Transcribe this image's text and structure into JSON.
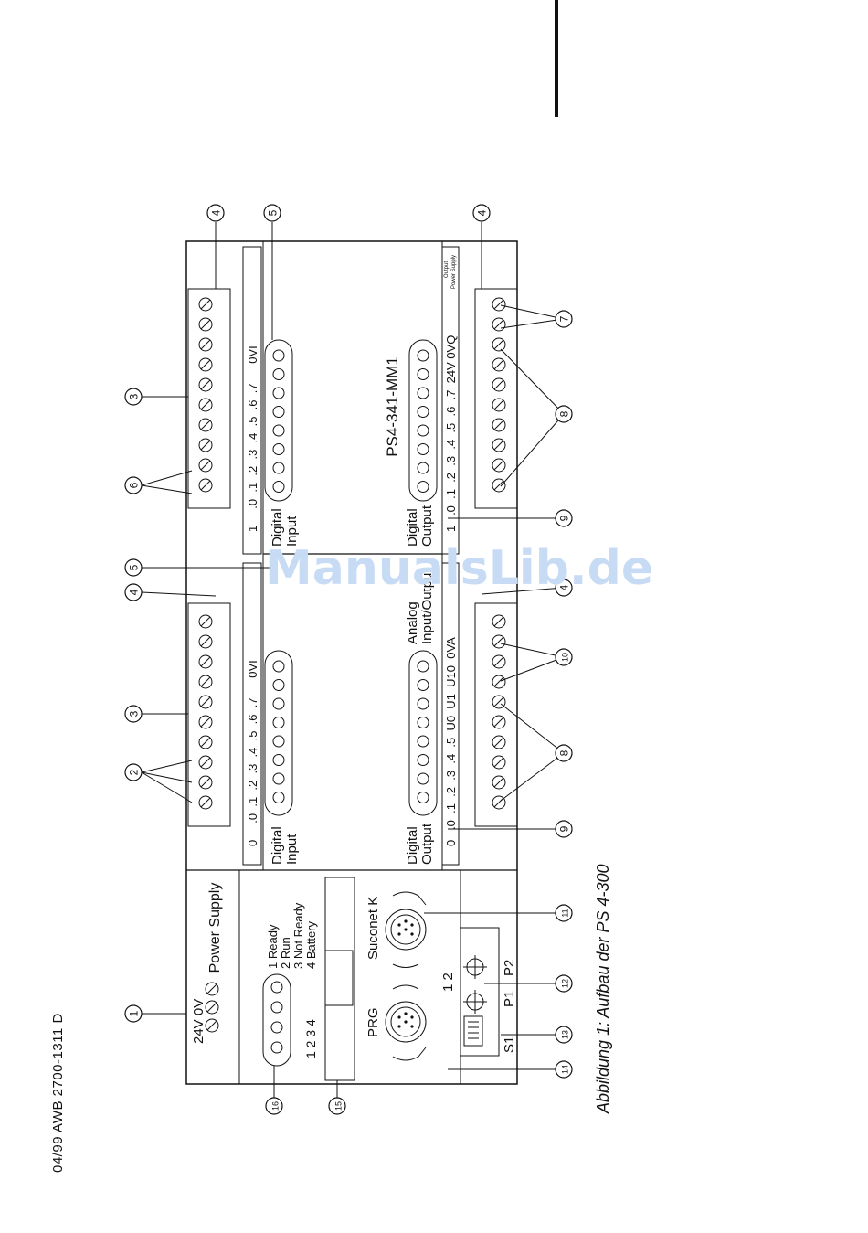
{
  "header": {
    "doc_id": "04/99 AWB 2700-1311 D"
  },
  "caption": "Abbildung 1:  Aufbau der PS 4-300",
  "watermark": "ManualsLib.de",
  "device": {
    "model": "PS4-341-MM1",
    "power_supply": {
      "label": "Power Supply",
      "terminals": "24V 0V"
    },
    "leds": {
      "numbers": "1  2  3  4",
      "legend": [
        "1 Ready",
        "2 Run",
        "3 Not Ready",
        "4 Battery"
      ]
    },
    "ports": {
      "prg": "PRG",
      "suconet": "Suconet K",
      "port_numbers": "1  2"
    },
    "switches": {
      "s1": "S1",
      "p1": "P1",
      "p2": "P2"
    },
    "module_a": {
      "input_label": [
        "Digital",
        "Input"
      ],
      "input_strip": "0     .0  .1  .2  .3  .4  .5  .6  .7      0VI",
      "output_label": [
        "Digital",
        "Output"
      ],
      "analog_label": [
        "Analog",
        "Input/Output"
      ],
      "output_strip": "0   .0  .1  .2  .3  .4  .5  U0  U1  U10  0VA"
    },
    "module_b": {
      "input_label": [
        "Digital",
        "Input"
      ],
      "input_strip": "1     .0  .1  .2  .3  .4  .5  .6  .7      0VI",
      "output_label": [
        "Digital",
        "Output"
      ],
      "output_strip": "1   .0  .1  .2  .3  .4  .5  .6  .7  24V 0VQ",
      "output_power_label": [
        "Output",
        "Power Supply"
      ]
    }
  },
  "callouts": [
    "1",
    "2",
    "3",
    "4",
    "5",
    "6",
    "7",
    "8",
    "9",
    "10",
    "11",
    "12",
    "13",
    "14",
    "15",
    "16"
  ]
}
